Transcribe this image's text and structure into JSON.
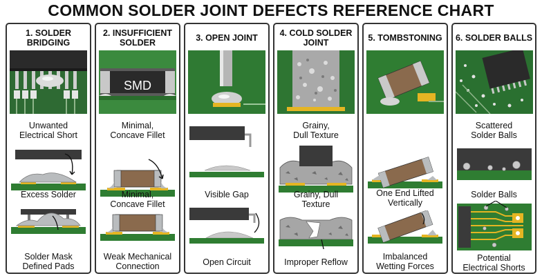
{
  "title": "COMMON SOLDER JOINT DEFECTS REFERENCE CHART",
  "colors": {
    "pcb_green": "#2f7d32",
    "pad_gold": "#e5b523",
    "solder_grey": "#b9bcbe",
    "component_body": "#8a6a4d",
    "dark_component": "#3a3a3a"
  },
  "panels": [
    {
      "title": "1. SOLDER\nBRIDGING",
      "top_caption": "Unwanted\nElectrical Short",
      "mid_caption": "Excess Solder",
      "bottom_caption": "Solder Mask\nDefined Pads"
    },
    {
      "title": "2. INSUFFICIENT\nSOLDER",
      "photo_label": "SMD",
      "top_caption": "Minimal,\nConcave Fillet",
      "mid_caption": "Minimal,\nConcave Fillet",
      "bottom_caption": "Weak Mechanical\nConnection"
    },
    {
      "title": "3. OPEN JOINT",
      "mid_caption": "Visible Gap",
      "bottom_caption": "Open Circuit"
    },
    {
      "title": "4. COLD SOLDER\nJOINT",
      "top_caption": "Grainy,\nDull Texture",
      "mid_caption": "Grainy, Dull\nTexture",
      "bottom_caption": "Improper Reflow"
    },
    {
      "title": "5. TOMBSTONING",
      "mid_caption": "One End Lifted\nVertically",
      "bottom_caption": "Imbalanced\nWetting Forces"
    },
    {
      "title": "6. SOLDER BALLS",
      "top_caption": "Scattered\nSolder Balls",
      "mid_caption": "Solder Balls",
      "bottom_caption": "Potential\nElectrical Shorts"
    }
  ]
}
